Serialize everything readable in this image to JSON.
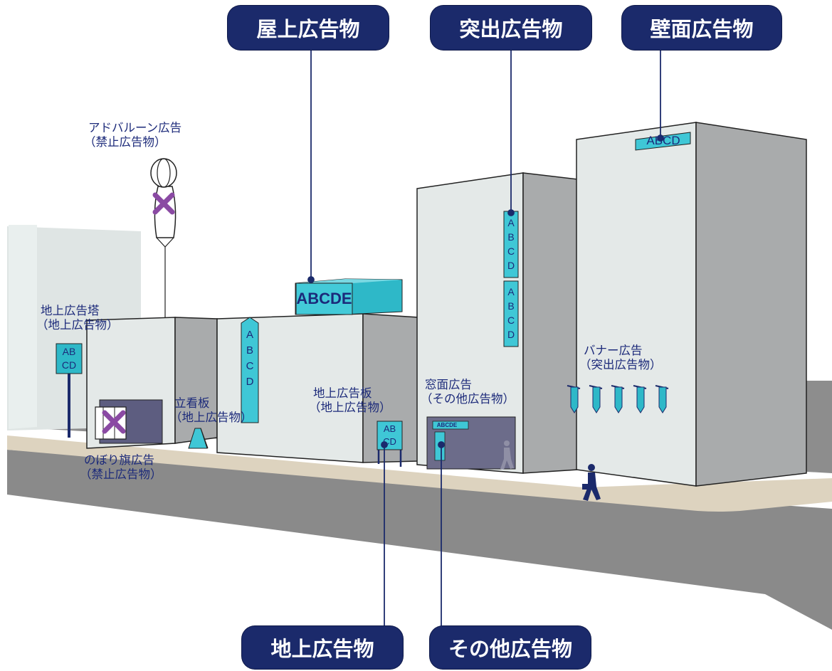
{
  "categories": {
    "rooftop": "屋上広告物",
    "projecting": "突出広告物",
    "wall": "壁面広告物",
    "ground": "地上広告物",
    "other": "その他広告物"
  },
  "labels": {
    "balloon_line1": "アドバルーン広告",
    "balloon_line2": "（禁止広告物）",
    "tower_line1": "地上広告塔",
    "tower_line2": "（地上広告物）",
    "standing_line1": "立看板",
    "standing_line2": "（地上広告物）",
    "nobori_line1": "のぼり旗広告",
    "nobori_line2": "（禁止広告物）",
    "groundboard_line1": "地上広告板",
    "groundboard_line2": "（地上広告物）",
    "window_line1": "窓面広告",
    "window_line2": "（その他広告物）",
    "banner_line1": "バナー広告",
    "banner_line2": "（突出広告物）"
  },
  "signs": {
    "rooftop_text": "ABCDE",
    "wall_text": "ABCD",
    "vertical_letters": [
      "A",
      "B",
      "C",
      "D"
    ],
    "tower_line1": "AB",
    "tower_line2": "CD",
    "groundboard_line1": "AB",
    "groundboard_line2": "CD",
    "window_text": "ABCDE"
  },
  "colors": {
    "navy": "#1b2a6b",
    "label_text": "#1c2a7a",
    "sign_cyan": "#3fc7d6",
    "building_face": "#e4e9e8",
    "building_side": "#a9abac",
    "road": "#8a8a8a",
    "sidewalk": "#ddd3bf",
    "prohibited_mark": "#8a4aa3"
  }
}
